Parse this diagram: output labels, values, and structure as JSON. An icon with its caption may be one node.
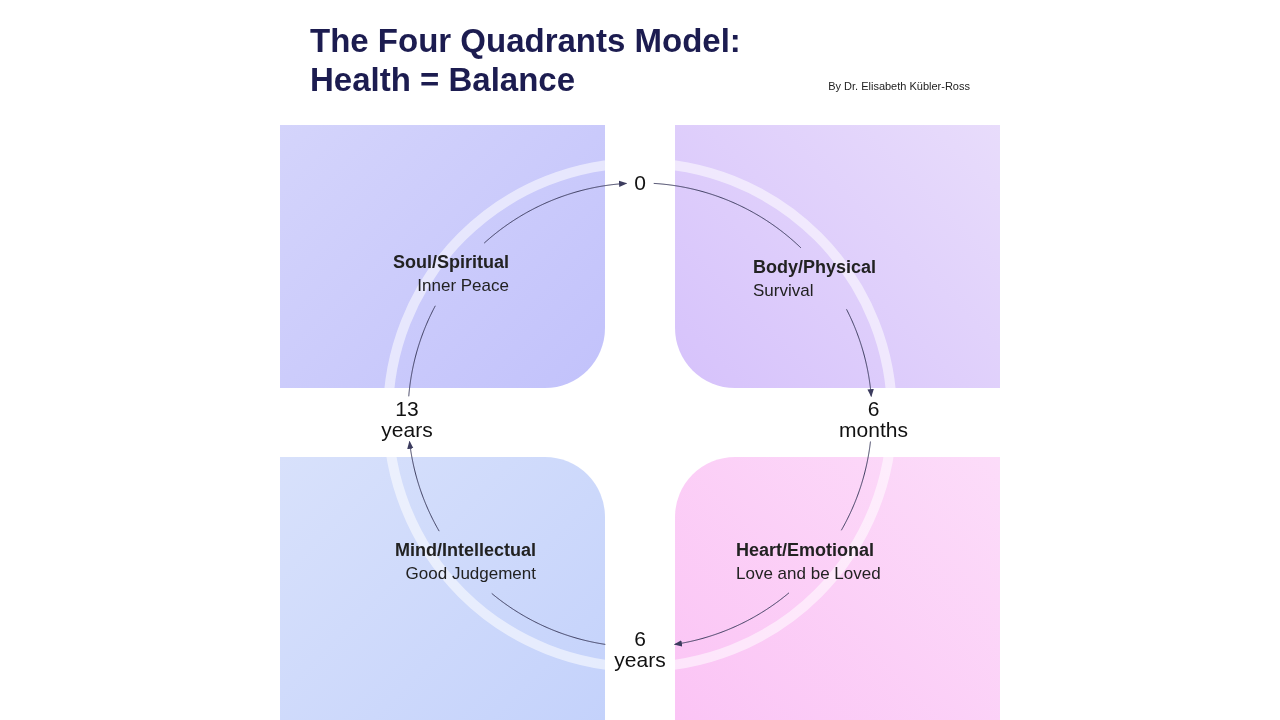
{
  "diagram": {
    "title": "The Four Quadrants Model: Health = Balance",
    "nodes": [
      {
        "text": [
          "Soul/Spiritual",
          "Inner Peace"
        ]
      },
      {
        "text": [
          "Body/Physical",
          "Survival"
        ]
      },
      {
        "text": [
          "Mind/Intellectual",
          "Good Judgement"
        ]
      },
      {
        "text": [
          "Heart/Emotional",
          "Love and be Loved"
        ]
      },
      {
        "text": [
          "0"
        ]
      },
      {
        "text": [
          "6 months"
        ]
      },
      {
        "text": [
          "6 years"
        ]
      },
      {
        "text": [
          "13 years"
        ]
      }
    ],
    "edges": [
      {
        "from": 4,
        "to": 5,
        "arrow": "to"
      },
      {
        "from": 5,
        "to": 6,
        "arrow": "to"
      },
      {
        "from": 6,
        "to": 7,
        "arrow": "to"
      },
      {
        "from": 7,
        "to": 4,
        "arrow": "to"
      }
    ],
    "labels": [
      "By Dr. Elisabeth Kübler-Ross"
    ]
  }
}
